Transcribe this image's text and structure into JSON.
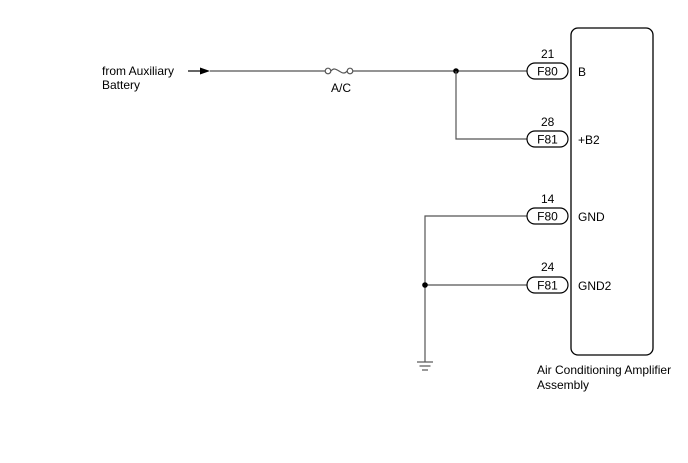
{
  "source": {
    "line1": "from Auxiliary",
    "line2": "Battery"
  },
  "fuse": {
    "label": "A/C"
  },
  "connections": [
    {
      "pin": "21",
      "connector": "F80",
      "terminal": "B"
    },
    {
      "pin": "28",
      "connector": "F81",
      "terminal": "+B2"
    },
    {
      "pin": "14",
      "connector": "F80",
      "terminal": "GND"
    },
    {
      "pin": "24",
      "connector": "F81",
      "terminal": "GND2"
    }
  ],
  "component": {
    "line1": "Air Conditioning Amplifier",
    "line2": "Assembly"
  },
  "ground_symbol": "ground-icon"
}
